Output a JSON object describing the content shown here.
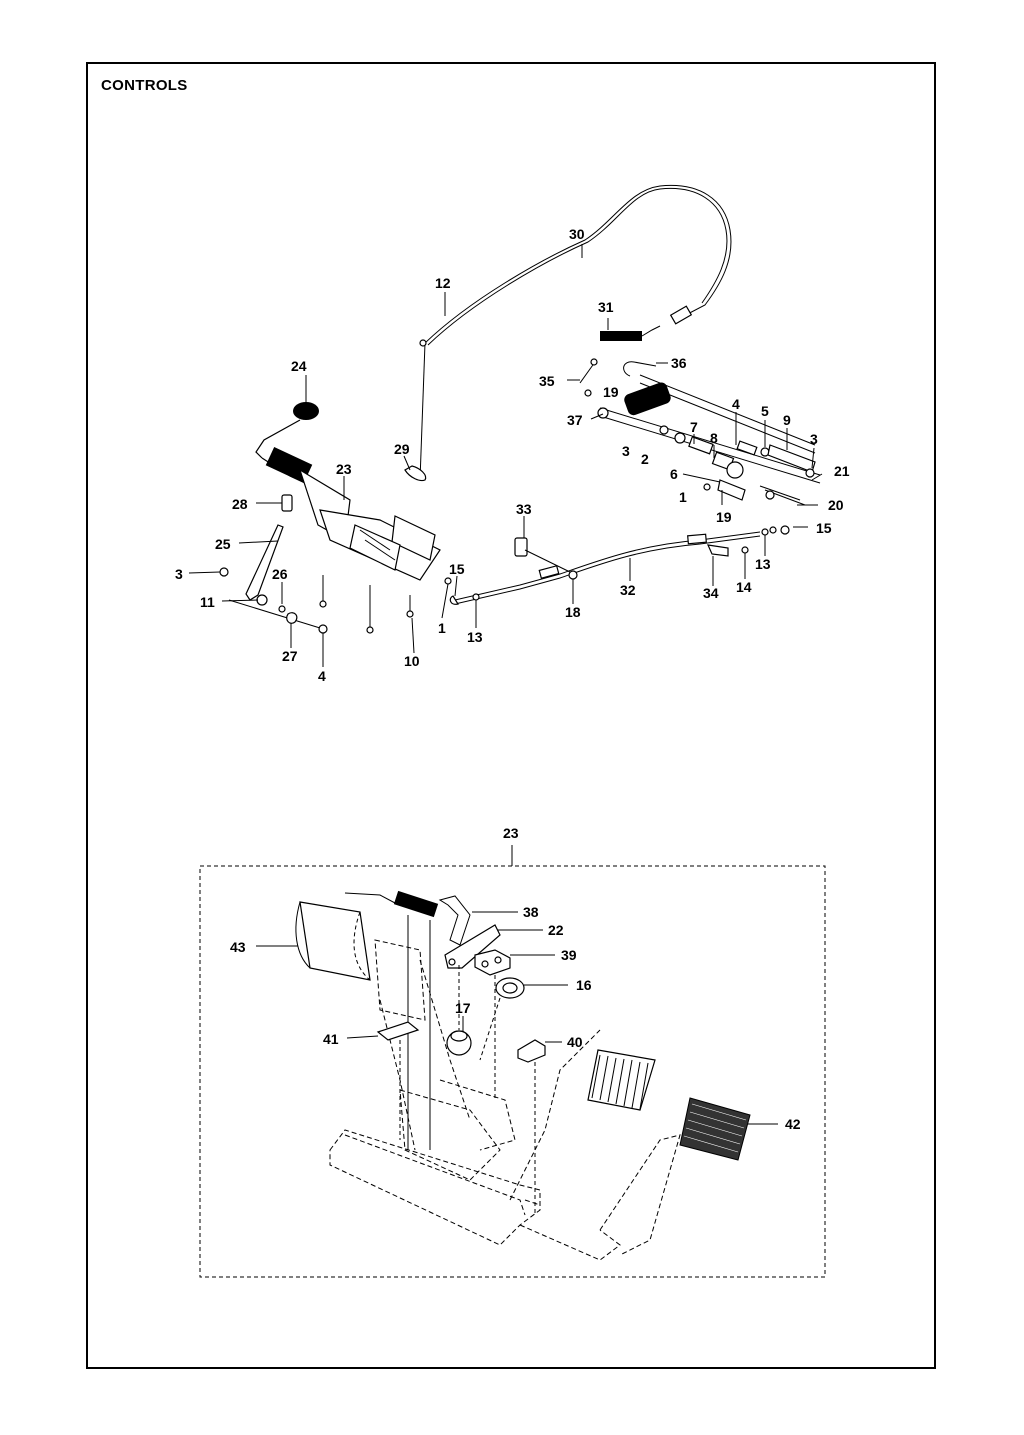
{
  "page": {
    "title": "CONTROLS"
  },
  "callouts": {
    "c30": "30",
    "c12": "12",
    "c31": "31",
    "c36": "36",
    "c35": "35",
    "c19a": "19",
    "c37": "37",
    "c4a": "4",
    "c5": "5",
    "c9": "9",
    "c3a": "3",
    "c7": "7",
    "c8": "8",
    "c3b": "3",
    "c2": "2",
    "c6": "6",
    "c21": "21",
    "c1a": "1",
    "c20": "20",
    "c19b": "19",
    "c15a": "15",
    "c24": "24",
    "c29": "29",
    "c23a": "23",
    "c28": "28",
    "c25": "25",
    "c33": "33",
    "c3c": "3",
    "c26": "26",
    "c11": "11",
    "c15b": "15",
    "c1b": "1",
    "c13a": "13",
    "c18": "18",
    "c32": "32",
    "c34": "34",
    "c14": "14",
    "c13b": "13",
    "c27": "27",
    "c4b": "4",
    "c10": "10",
    "c23b": "23",
    "c38": "38",
    "c22": "22",
    "c43": "43",
    "c39": "39",
    "c16": "16",
    "c17": "17",
    "c41": "41",
    "c40": "40",
    "c42": "42"
  },
  "colors": {
    "line": "#000000",
    "background": "#ffffff"
  }
}
